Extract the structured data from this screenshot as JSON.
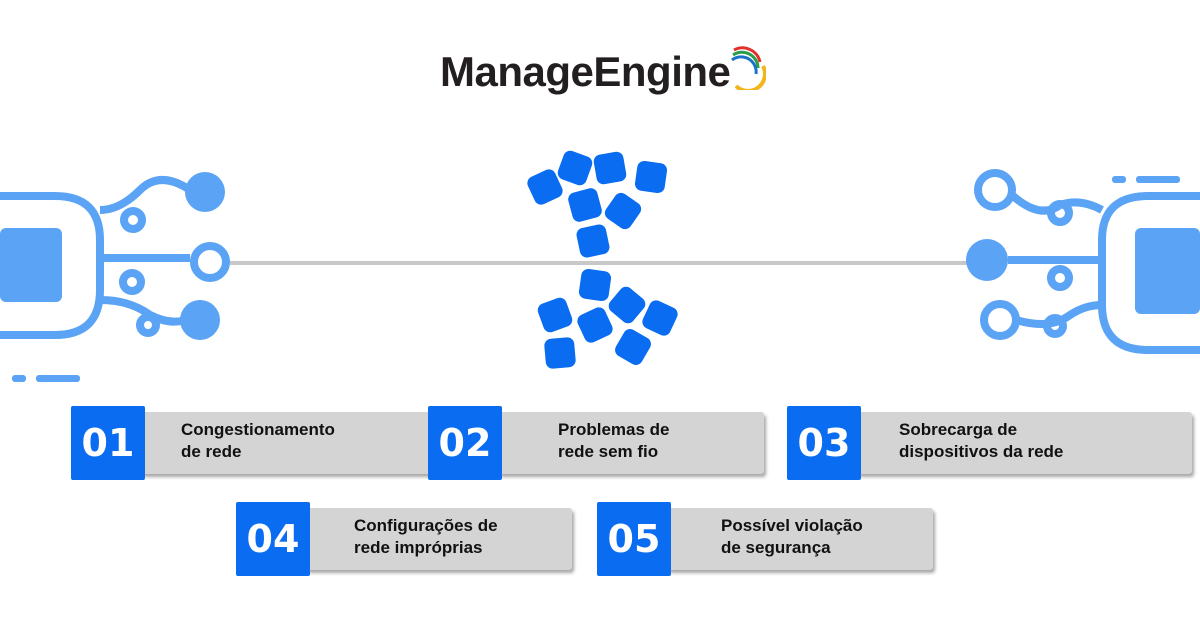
{
  "brand": {
    "name": "ManageEngine",
    "arc_colors": [
      "#e0312b",
      "#2a9d4a",
      "#1a73c8",
      "#f2b51c"
    ]
  },
  "illustration": {
    "connector_color": "#5aa3f5",
    "tile_color": "#0a6cf0",
    "line_color": "#c8c8c8"
  },
  "items": [
    {
      "num": "01",
      "line1": "Congestionamento",
      "line2": "de rede"
    },
    {
      "num": "02",
      "line1": "Problemas de",
      "line2": "rede sem fio"
    },
    {
      "num": "03",
      "line1": "Sobrecarga de",
      "line2": "dispositivos da rede"
    },
    {
      "num": "04",
      "line1": "Configurações de",
      "line2": "rede impróprias"
    },
    {
      "num": "05",
      "line1": "Possível violação",
      "line2": "de segurança"
    }
  ]
}
